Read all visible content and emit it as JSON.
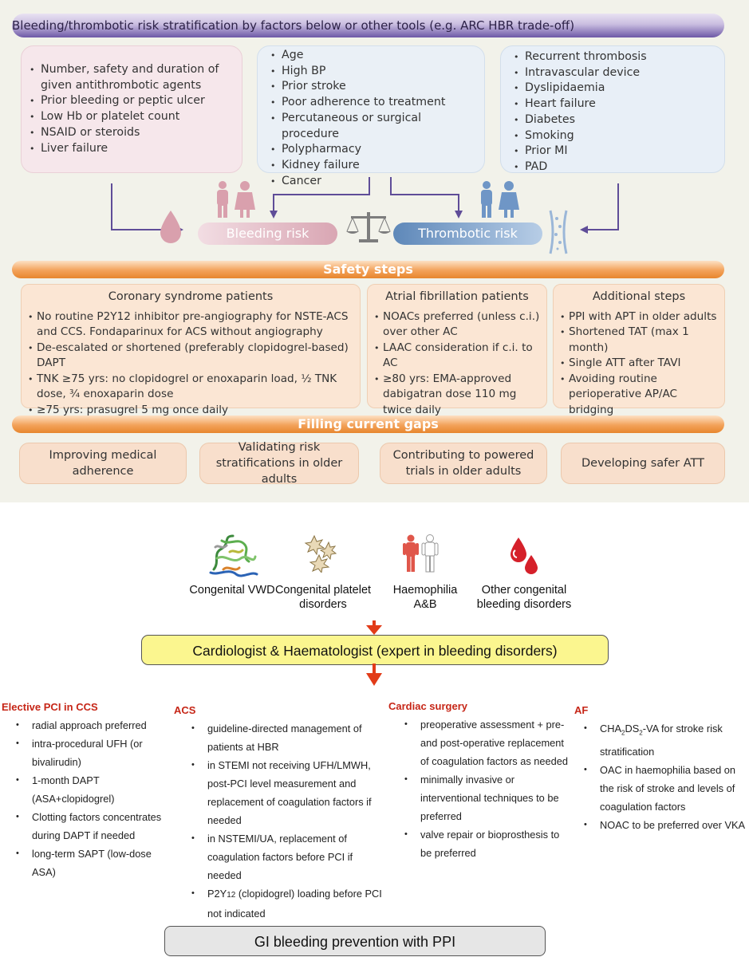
{
  "top": {
    "header": "Bleeding/thrombotic risk stratification by factors below or other tools (e.g. ARC HBR trade-off)",
    "bleeding_factors": [
      "Number, safety and duration of given antithrombotic agents",
      "Prior bleeding or peptic ulcer",
      "Low Hb or platelet count",
      "NSAID or steroids",
      "Liver failure"
    ],
    "shared_factors": [
      "Age",
      "High BP",
      "Prior stroke",
      "Poor adherence to treatment",
      "Percutaneous or surgical procedure",
      "Polypharmacy",
      "Kidney failure",
      "Cancer"
    ],
    "thrombotic_factors": [
      "Recurrent thrombosis",
      "Intravascular device",
      "Dyslipidaemia",
      "Heart failure",
      "Diabetes",
      "Smoking",
      "Prior MI",
      "PAD"
    ],
    "bleeding_risk_label": "Bleeding risk",
    "thrombotic_risk_label": "Thrombotic risk",
    "safety_steps": {
      "title": "Safety steps",
      "coronary": {
        "title": "Coronary syndrome patients",
        "items": [
          "No routine P2Y12 inhibitor pre-angiography for NSTE-ACS and CCS. Fondaparinux for ACS without angiography",
          "De-escalated or shortened (preferably clopidogrel-based) DAPT",
          "TNK ≥75 yrs: no clopidogrel or enoxaparin load, ½ TNK dose, ¾ enoxaparin dose",
          "≥75 yrs: prasugrel 5 mg once daily"
        ]
      },
      "af": {
        "title": "Atrial fibrillation patients",
        "items": [
          "NOACs preferred (unless c.i.) over other AC",
          "LAAC consideration if c.i. to AC",
          "≥80 yrs: EMA-approved dabigatran dose 110 mg twice daily"
        ]
      },
      "additional": {
        "title": "Additional steps",
        "items": [
          "PPI with APT in older adults",
          "Shortened TAT (max 1 month)",
          "Single ATT after TAVI",
          "Avoiding routine perioperative AP/AC bridging"
        ]
      }
    },
    "gaps": {
      "title": "Filling current gaps",
      "items": [
        "Improving medical adherence",
        "Validating risk stratifications in older adults",
        "Contributing to powered trials in older adults",
        "Developing safer ATT"
      ]
    }
  },
  "bottom": {
    "disorders": [
      "Congenital VWD",
      "Congenital platelet disorders",
      "Haemophilia A&B",
      "Other congenital bleeding disorders"
    ],
    "expert": "Cardiologist & Haematologist (expert in bleeding disorders)",
    "columns": {
      "elective": {
        "title": "Elective PCI in CCS",
        "items": [
          "radial approach preferred",
          "intra-procedural UFH (or bivalirudin)",
          "1-month DAPT (ASA+clopidogrel)",
          "Clotting factors concentrates during DAPT if needed",
          "long-term SAPT (low-dose ASA)"
        ]
      },
      "acs": {
        "title": "ACS",
        "items": [
          "guideline-directed management of patients at HBR",
          "in STEMI not receiving UFH/LMWH, post-PCI level measurement and replacement of coagulation factors if needed",
          "in NSTEMI/UA, replacement of coagulation factors before PCI if needed"
        ],
        "p2y_item": {
          "prefix": "P2Y",
          "sub": "12",
          "rest": " (clopidogrel) loading before PCI not indicated"
        }
      },
      "cardiac": {
        "title": "Cardiac surgery",
        "items": [
          "preoperative assessment + pre- and post-operative replacement of coagulation factors as needed",
          "minimally invasive or interventional techniques to be preferred",
          "valve repair or bioprosthesis to be preferred"
        ]
      },
      "af": {
        "title": "AF",
        "cha_item": {
          "p1": "CHA",
          "s1": "2",
          "p2": "DS",
          "s2": "2",
          "p3": "-VA for stroke risk stratification"
        },
        "items": [
          "OAC in haemophilia based on the risk of stroke and levels of coagulation factors",
          "NOAC to be preferred over VKA"
        ]
      }
    },
    "gi": "GI bleeding prevention with PPI"
  }
}
